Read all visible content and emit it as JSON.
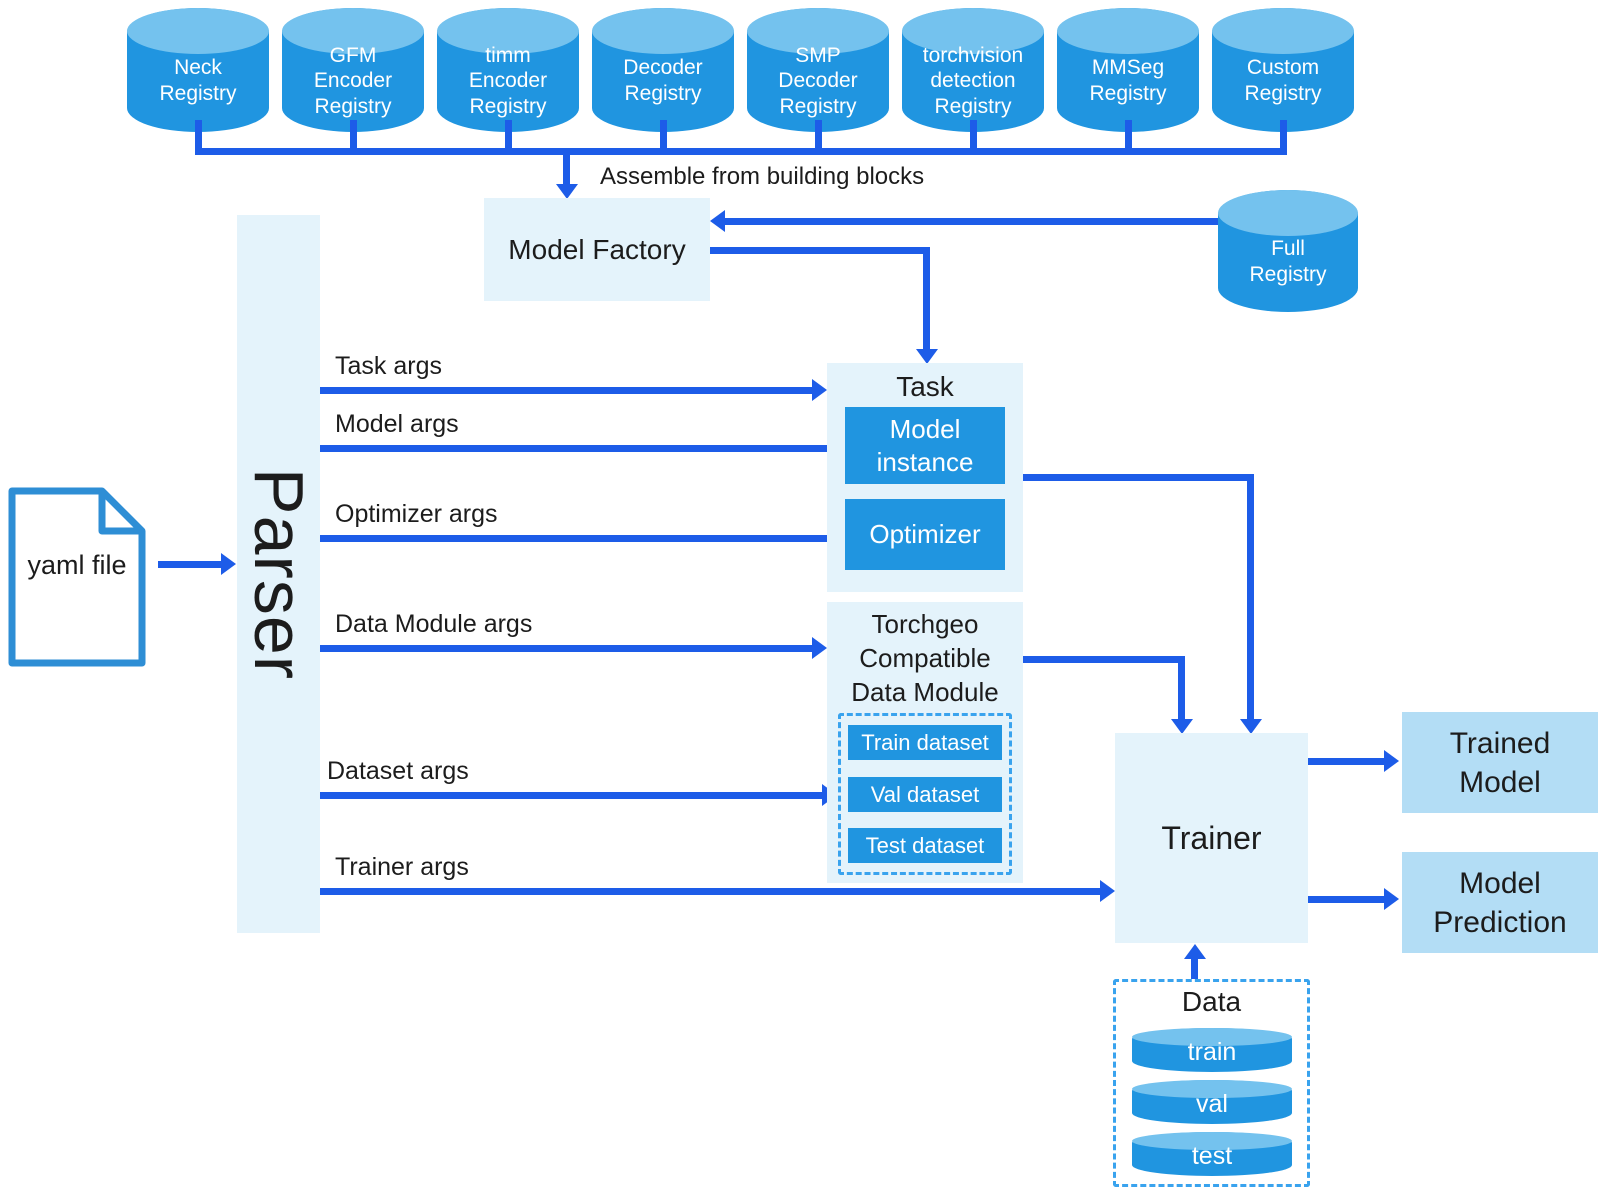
{
  "registries": [
    "Neck\nRegistry",
    "GFM\nEncoder\nRegistry",
    "timm\nEncoder\nRegistry",
    "Decoder\nRegistry",
    "SMP\nDecoder\nRegistry",
    "torchvision\ndetection\nRegistry",
    "MMSeg\nRegistry",
    "Custom\nRegistry"
  ],
  "assemble_label": "Assemble from building blocks",
  "model_factory": "Model Factory",
  "full_registry": "Full\nRegistry",
  "yaml_file": "yaml file",
  "parser": "Parser",
  "parser_args": {
    "task": "Task args",
    "model": "Model args",
    "optimizer": "Optimizer args",
    "data_module": "Data Module args",
    "dataset": "Dataset args",
    "trainer": "Trainer args"
  },
  "task": {
    "title": "Task",
    "model_instance": "Model\ninstance",
    "optimizer": "Optimizer"
  },
  "data_module": {
    "title": "Torchgeo\nCompatible\nData Module",
    "train": "Train dataset",
    "val": "Val dataset",
    "test": "Test dataset"
  },
  "trainer": "Trainer",
  "trained_model": "Trained\nModel",
  "model_prediction": "Model\nPrediction",
  "data": {
    "title": "Data",
    "train": "train",
    "val": "val",
    "test": "test"
  },
  "colors": {
    "cylinder_blue": "#2095e0",
    "cylinder_top": "#74c2ee",
    "pale_box": "#e4f3fb",
    "sky_box": "#b3ddf5",
    "arrow_blue": "#1d5ce8",
    "dashed_border": "#39a3ee",
    "text_dark": "#1c1c1c"
  }
}
